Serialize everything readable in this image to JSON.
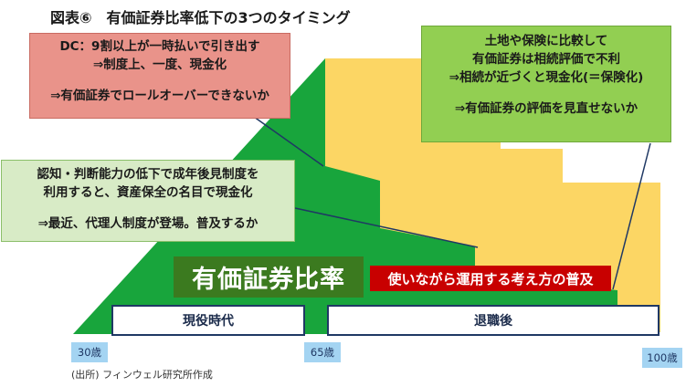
{
  "title": "図表⑥　有価証券比率低下の3つのタイミング",
  "callouts": {
    "dc": {
      "line1": "DC：9割以上が一時払いで引き出す",
      "line2": "⇒制度上、一度、現金化",
      "line3": "⇒有価証券でロールオーバーできないか"
    },
    "care": {
      "line1": "認知・判断能力の低下で成年後見制度を",
      "line2": "利用すると、資産保全の名目で現金化",
      "line3": "⇒最近、代理人制度が登場。普及するか"
    },
    "land": {
      "line1": "土地や保険に比較して",
      "line2": "有価証券は相続評価で不利",
      "line3": "⇒相続が近づくと現金化(＝保険化)",
      "line4": "⇒有価証券の評価を見直せないか"
    }
  },
  "main_label": "有価証券比率",
  "sub_label": "使いながら運用する考え方の普及",
  "periods": {
    "working": "現役時代",
    "retired": "退職後"
  },
  "ages": {
    "a30": "30歳",
    "a65": "65歳",
    "a100": "100歳"
  },
  "source": "(出所) フィンウェル研究所作成",
  "colors": {
    "area_green": "#18a53c",
    "area_yellow": "#fcd664",
    "dc_box": "#e9938a",
    "care_box": "#d8ebc6",
    "land_box": "#92cf52",
    "main_label_bg": "#3b7a1f",
    "sub_label_bg": "#c80000",
    "period_border": "#1f3864",
    "age_badge": "#a4d4f2"
  }
}
